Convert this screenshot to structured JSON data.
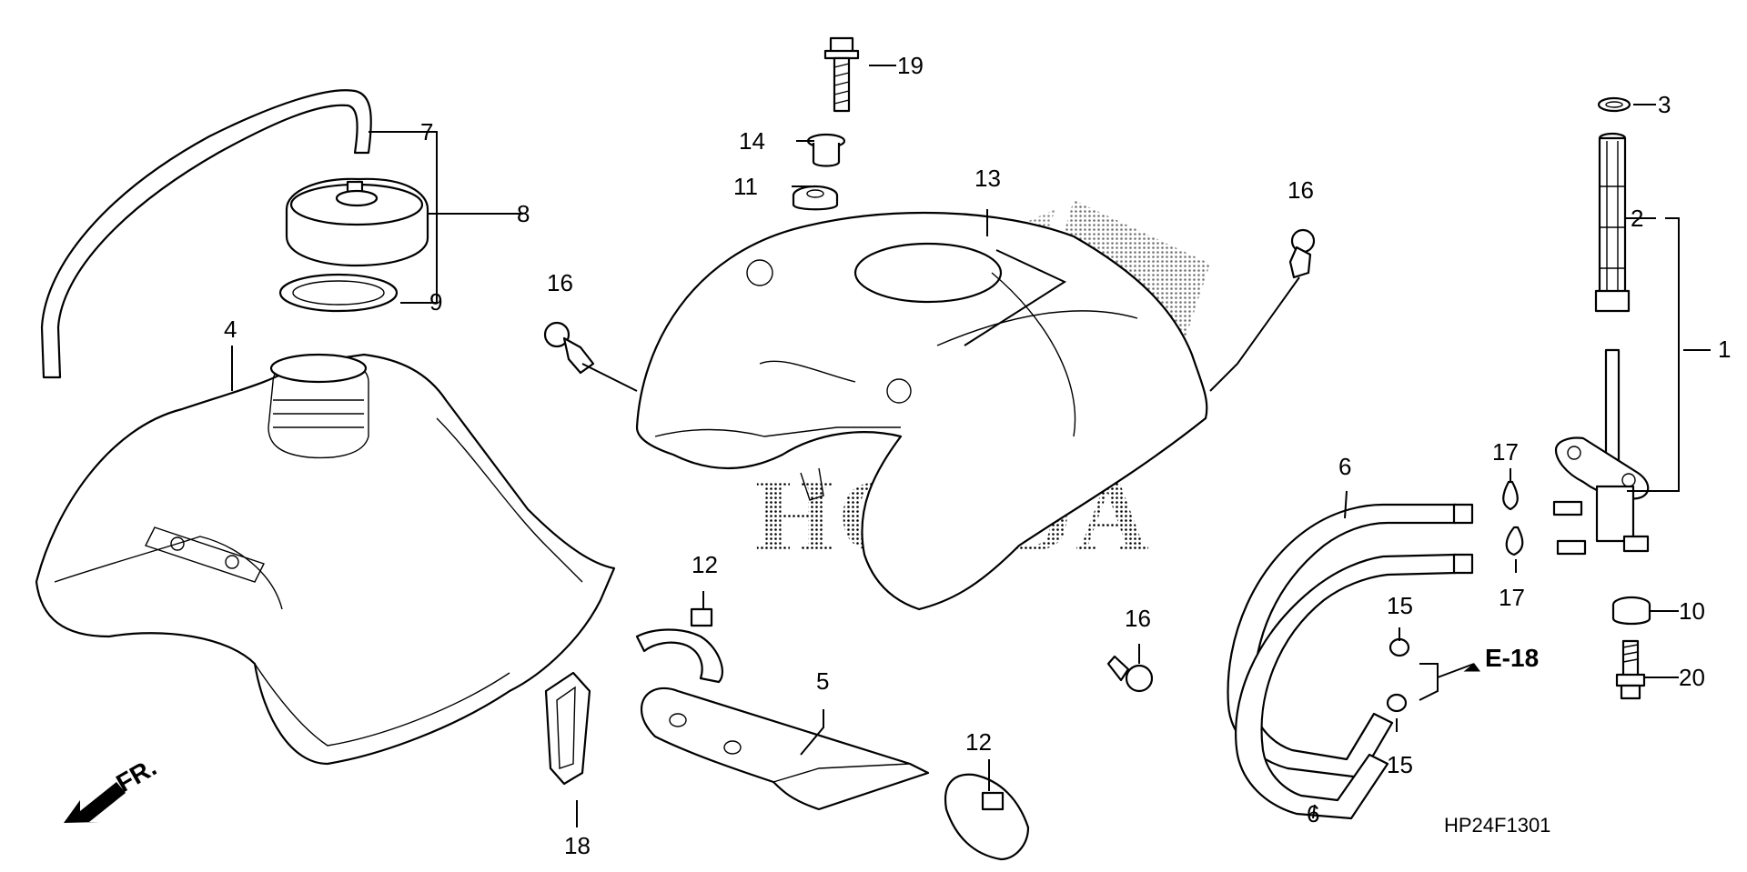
{
  "diagram": {
    "drawing_code": "HP24F1301",
    "section_ref": "E-18",
    "front_marker": "FR.",
    "watermark": "HONDA",
    "callouts": [
      {
        "id": "c1",
        "text": "1"
      },
      {
        "id": "c2",
        "text": "2"
      },
      {
        "id": "c3",
        "text": "3"
      },
      {
        "id": "c4",
        "text": "4"
      },
      {
        "id": "c5",
        "text": "5"
      },
      {
        "id": "c6a",
        "text": "6"
      },
      {
        "id": "c6b",
        "text": "6"
      },
      {
        "id": "c7",
        "text": "7"
      },
      {
        "id": "c8",
        "text": "8"
      },
      {
        "id": "c9",
        "text": "9"
      },
      {
        "id": "c10",
        "text": "10"
      },
      {
        "id": "c11",
        "text": "11"
      },
      {
        "id": "c12a",
        "text": "12"
      },
      {
        "id": "c12b",
        "text": "12"
      },
      {
        "id": "c13",
        "text": "13"
      },
      {
        "id": "c14",
        "text": "14"
      },
      {
        "id": "c15a",
        "text": "15"
      },
      {
        "id": "c15b",
        "text": "15"
      },
      {
        "id": "c16a",
        "text": "16"
      },
      {
        "id": "c16b",
        "text": "16"
      },
      {
        "id": "c16c",
        "text": "16"
      },
      {
        "id": "c17a",
        "text": "17"
      },
      {
        "id": "c17b",
        "text": "17"
      },
      {
        "id": "c18",
        "text": "18"
      },
      {
        "id": "c19",
        "text": "19"
      },
      {
        "id": "c20",
        "text": "20"
      }
    ]
  }
}
